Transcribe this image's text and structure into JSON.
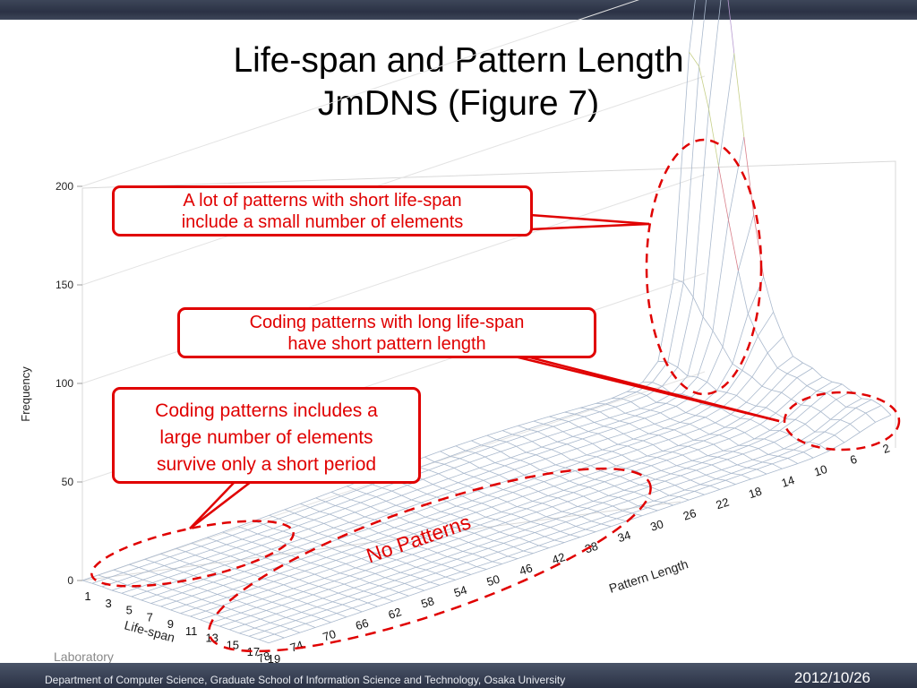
{
  "slide": {
    "title_line1": "Life-span and Pattern Length",
    "title_line2": "JmDNS (Figure 7)",
    "footer": "Department of Computer Science, Graduate School of Information Science and Technology, Osaka University",
    "date": "2012/10/26",
    "logo_text": "Laboratory"
  },
  "callouts": {
    "short_lifespan": [
      "A lot of patterns with short life-span",
      "include a small number of elements"
    ],
    "long_lifespan": [
      "Coding patterns with long life-span",
      "have short pattern length"
    ],
    "many_elements": [
      "Coding patterns includes a",
      "large number of elements",
      "survive only a short period"
    ],
    "no_patterns": "No Patterns"
  },
  "colors": {
    "accent": "#e00000",
    "wire": "#a9b8cc",
    "bar": "#2b3245"
  },
  "chart_data": {
    "type": "surface",
    "zlabel": "Frequency",
    "xlabel": "Pattern Length",
    "ylabel": "Life-span",
    "zlim": [
      0,
      200
    ],
    "z_ticks": [
      0,
      50,
      100,
      150,
      200
    ],
    "pattern_length_ticks": [
      "2",
      "6",
      "10",
      "14",
      "18",
      "22",
      "26",
      "30",
      "34",
      "38",
      "42",
      "46",
      "50",
      "54",
      "58",
      "62",
      "66",
      "70",
      "74",
      "78"
    ],
    "life_span_ticks": [
      "1",
      "3",
      "5",
      "7",
      "9",
      "11",
      "13",
      "15",
      "17",
      "19"
    ],
    "peak": {
      "pattern_length": 2,
      "life_span": 1,
      "frequency": 225
    }
  }
}
